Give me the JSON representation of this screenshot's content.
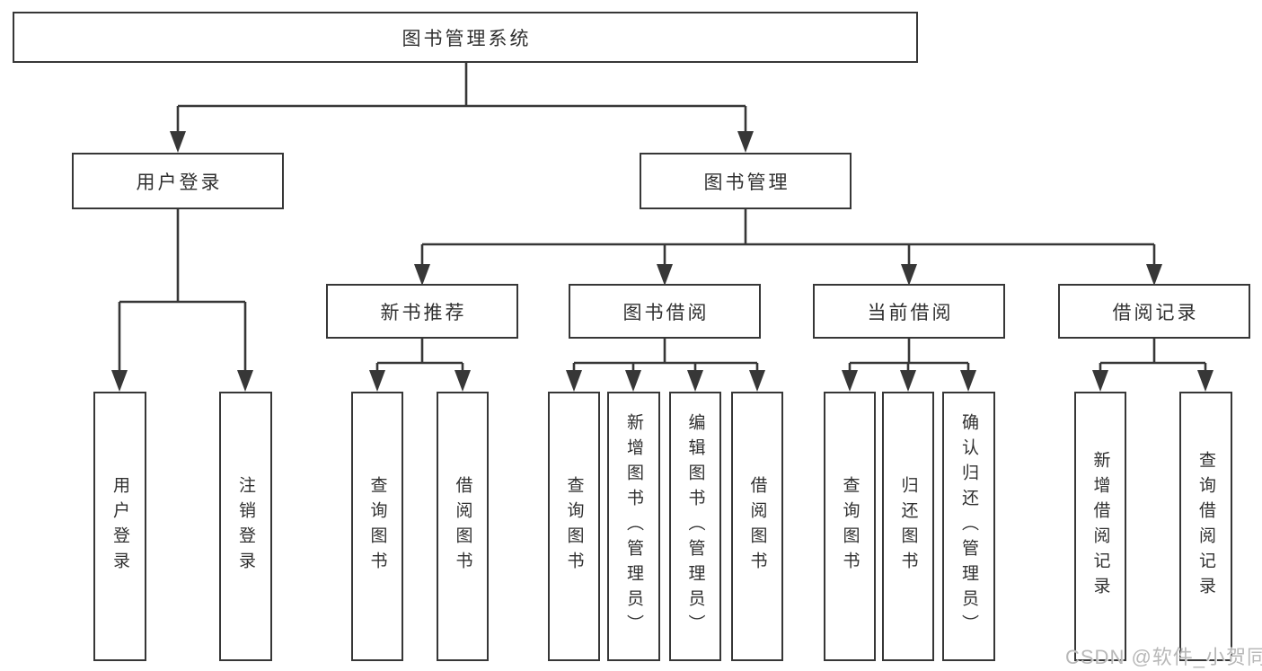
{
  "colors": {
    "line": "#373737",
    "text": "#303030",
    "watermark": "#b8b8b8",
    "bg": "#ffffff"
  },
  "watermark": {
    "text": "CSDN @软件_小贺同学"
  },
  "chart": {
    "root": {
      "label": "图书管理系统"
    },
    "groups": [
      {
        "label": "用户登录",
        "children": [
          {
            "label": "用户登录"
          },
          {
            "label": "注销登录"
          }
        ]
      },
      {
        "label": "图书管理",
        "subgroups": [
          {
            "label": "新书推荐",
            "children": [
              {
                "label": "查询图书"
              },
              {
                "label": "借阅图书"
              }
            ]
          },
          {
            "label": "图书借阅",
            "children": [
              {
                "label": "查询图书"
              },
              {
                "label": "新增图书（管理员）"
              },
              {
                "label": "编辑图书（管理员）"
              },
              {
                "label": "借阅图书"
              }
            ]
          },
          {
            "label": "当前借阅",
            "children": [
              {
                "label": "查询图书"
              },
              {
                "label": "归还图书"
              },
              {
                "label": "确认归还（管理员）"
              }
            ]
          },
          {
            "label": "借阅记录",
            "children": [
              {
                "label": "新增借阅记录"
              },
              {
                "label": "查询借阅记录"
              }
            ]
          }
        ]
      }
    ]
  }
}
